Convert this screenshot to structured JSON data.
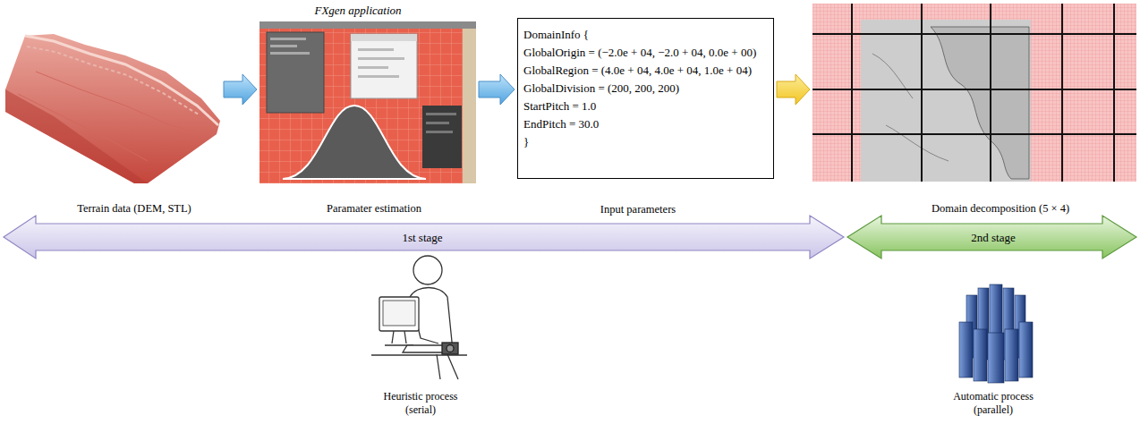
{
  "diagram": {
    "nodes": [
      {
        "text": [
          "Terrain data (DEM, STL)"
        ]
      },
      {
        "text": [
          "FXgen application",
          "Paramater estimation"
        ]
      },
      {
        "text": [
          "DomainInfo {",
          "GlobalOrigin = (−2.0e + 04, −2.0 + 04, 0.0e + 00)",
          "GlobalRegion = (4.0e + 04, 4.0e + 04, 1.0e + 04)",
          "GlobalDivision = (200, 200, 200)",
          "StartPitch = 1.0",
          "EndPitch = 30.0",
          "}",
          "Input parameters"
        ]
      },
      {
        "text": [
          "Domain decomposition (5 × 4)"
        ]
      }
    ],
    "edges": [
      {
        "from": 0,
        "to": 1,
        "arrow": "to"
      },
      {
        "from": 1,
        "to": 2,
        "arrow": "to"
      },
      {
        "from": 2,
        "to": 3,
        "arrow": "to"
      }
    ],
    "labels": [
      "1st stage",
      "2nd stage",
      "Heuristic process (serial)",
      "Automatic process (parallel)"
    ]
  }
}
